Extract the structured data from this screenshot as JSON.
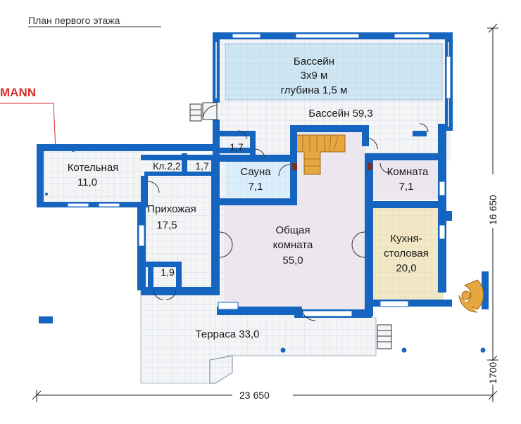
{
  "title": "План первого этажа",
  "brand": "MANN",
  "colors": {
    "wall": "#1565c0",
    "floor": "#f4f5f6",
    "grid": "#cfd6e2",
    "pool": "#cfe6f3",
    "sauna": "#dbeefb",
    "room": "#ece6ee",
    "kitchen": "#f3e8c6",
    "brand": "#d62b2b",
    "stair": "#e6a640"
  },
  "rooms": {
    "pool_label": "Бассейн",
    "pool_size": "3х9 м",
    "pool_depth": "глубина 1,5 м",
    "pool_hall": "Бассейн 59,3",
    "boiler_name": "Котельная",
    "boiler_area": "11,0",
    "closet": "Кл.2,2",
    "wc1": "1,7",
    "wc2": "1,7",
    "sauna_name": "Сауна",
    "sauna_area": "7,1",
    "room_name": "Комната",
    "room_area": "7,1",
    "hall_name": "Прихожая",
    "hall_area": "17,5",
    "living_name": "Общая",
    "living_name2": "комната",
    "living_area": "55,0",
    "kitchen_name": "Кухня-",
    "kitchen_name2": "столовая",
    "kitchen_area": "20,0",
    "vestibule": "1,9",
    "terrace": "Терраса 33,0"
  },
  "dimensions": {
    "width": "23 650",
    "depth": "16 650",
    "offset": "1700"
  }
}
